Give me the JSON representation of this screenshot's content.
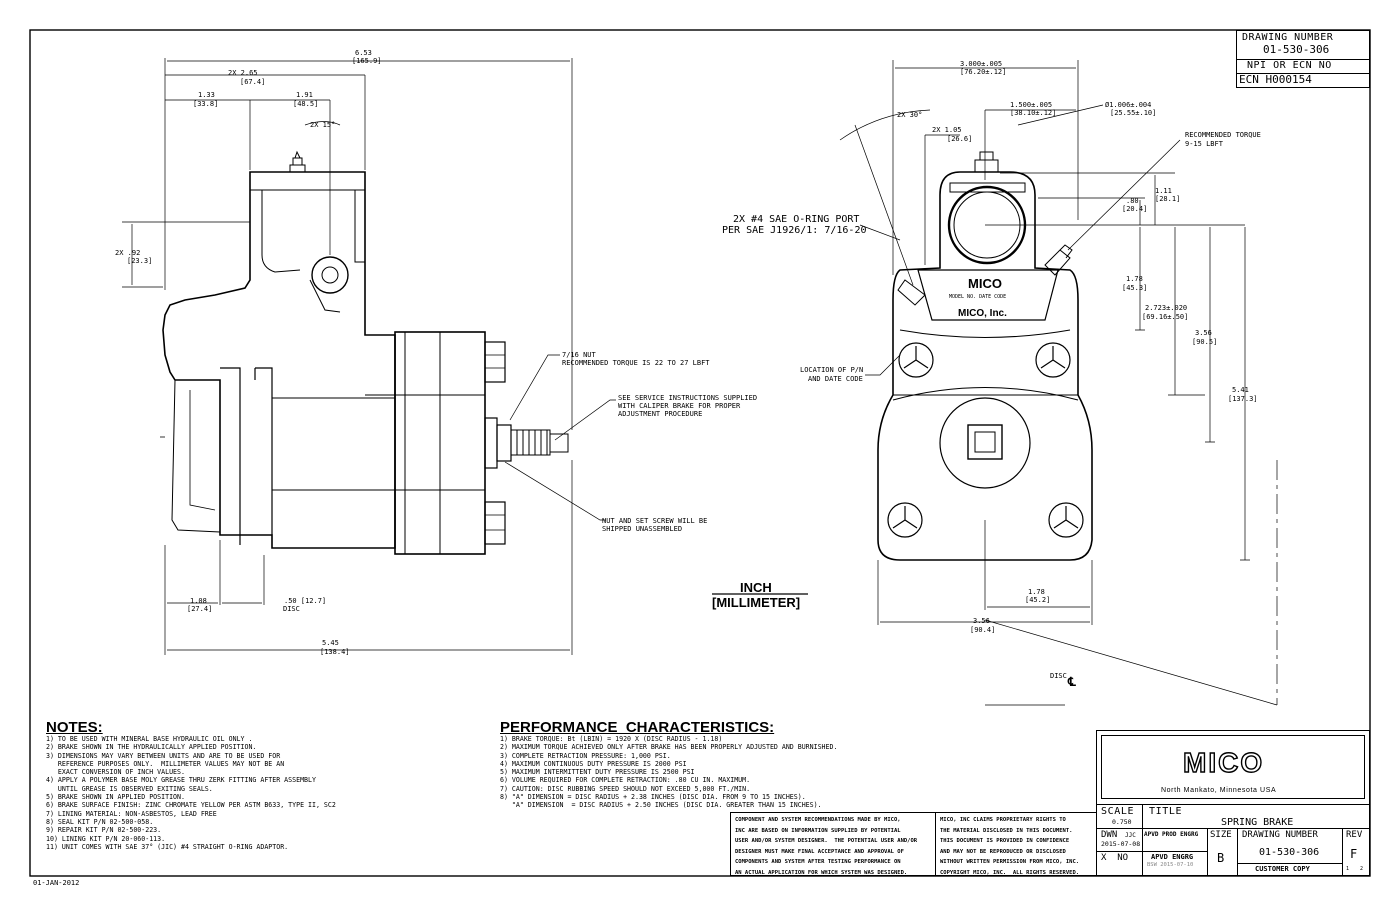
{
  "title_block_top": {
    "drawing_number_label": "DRAWING NUMBER",
    "drawing_number": "01-530-306",
    "npi_label": "NPI OR ECN NO",
    "ecn": "ECN H000154"
  },
  "left_view": {
    "dims": {
      "overall_width": "6.53",
      "overall_width_mm": "[165.9]",
      "flange": "2X 2.65",
      "flange_mm": "[67.4]",
      "left_offset": "1.33",
      "left_offset_mm": "[33.8]",
      "center": "1.91",
      "center_mm": "[48.5]",
      "angle": "2X 15°",
      "height": "2X .92",
      "height_mm": "[23.3]",
      "pad": "1.08",
      "pad_mm": "[27.4]",
      "disc": ".50 [12.7]",
      "disc_label": "DISC",
      "bottom": "5.45",
      "bottom_mm": "[138.4]"
    },
    "callouts": {
      "nut_1": "7/16 NUT",
      "nut_2": "RECOMMENDED TORQUE IS 22 TO 27 LBFT",
      "service_1": "SEE SERVICE INSTRUCTIONS SUPPLIED",
      "service_2": "WITH CALIPER BRAKE FOR PROPER",
      "service_3": "ADJUSTMENT PROCEDURE",
      "screw_1": "NUT AND SET SCREW WILL BE",
      "screw_2": "SHIPPED UNASSEMBLED"
    }
  },
  "units": {
    "inch": "INCH",
    "mm": "[MILLIMETER]"
  },
  "right_view": {
    "dims": {
      "width": "3.000±.005",
      "width_mm": "[76.20±.12]",
      "half": "1.500±.005",
      "half_mm": "[38.10±.12]",
      "dia": "Ø1.006±.004",
      "dia_mm": "[25.55±.10]",
      "angle": "2X 30°",
      "offset": "2X 1.05",
      "offset_mm": "[26.6]",
      "torque_1": "RECOMMENDED TORQUE",
      "torque_2": "9-15 LBFT",
      "d111": "1.11",
      "d111_mm": "[28.1]",
      "d80": ".80",
      "d80_mm": "[20.4]",
      "d178": "1.78",
      "d178_mm": "[45.3]",
      "d2723": "2.723±.020",
      "d2723_mm": "[69.16±.50]",
      "d356": "3.56",
      "d356_mm": "[90.5]",
      "d541": "5.41",
      "d541_mm": "[137.3]",
      "b178": "1.78",
      "b178_mm": "[45.2]",
      "b356": "3.56",
      "b356_mm": "[90.4]",
      "disc": "DISC"
    },
    "port_1": "2X #4 SAE O-RING PORT",
    "port_2": "PER SAE J1926/1: 7/16-20",
    "location_1": "LOCATION OF P/N",
    "location_2": "AND DATE CODE",
    "plate_logo": "MICO",
    "plate_name": "MICO, Inc."
  },
  "notes": {
    "heading": "NOTES:",
    "items": [
      "1) TO BE USED WITH MINERAL BASE HYDRAULIC OIL ONLY .",
      "2) BRAKE SHOWN IN THE HYDRAULICALLY APPLIED POSITION.",
      "3) DIMENSIONS MAY VARY BETWEEN UNITS AND ARE TO BE USED FOR",
      "   REFERENCE PURPOSES ONLY.  MILLIMETER VALUES MAY NOT BE AN",
      "   EXACT CONVERSION OF INCH VALUES.",
      "4) APPLY A POLYMER BASE MOLY GREASE THRU ZERK FITTING AFTER ASSEMBLY",
      "   UNTIL GREASE IS OBSERVED EXITING SEALS.",
      "5) BRAKE SHOWN IN APPLIED POSITION.",
      "6) BRAKE SURFACE FINISH: ZINC CHROMATE YELLOW PER ASTM B633, TYPE II, SC2",
      "7) LINING MATERIAL: NON-ASBESTOS, LEAD FREE",
      "8) SEAL KIT P/N 02-500-058.",
      "9) REPAIR KIT P/N 02-500-223.",
      "10) LINING KIT P/N 20-060-113.",
      "11) UNIT COMES WITH SAE 37° (JIC) #4 STRAIGHT O-RING ADAPTOR."
    ]
  },
  "performance": {
    "heading": "PERFORMANCE  CHARACTERISTICS:",
    "items": [
      "1) BRAKE TORQUE: Bt (LBIN) = 1920 X (DISC RADIUS - 1.18)",
      "2) MAXIMUM TORQUE ACHIEVED ONLY AFTER BRAKE HAS BEEN PROPERLY ADJUSTED AND BURNISHED.",
      "3) COMPLETE RETRACTION PRESSURE: 1,000 PSI.",
      "4) MAXIMUM CONTINUOUS DUTY PRESSURE IS 2000 PSI",
      "5) MAXIMUM INTERMITTENT DUTY PRESSURE IS 2500 PSI",
      "6) VOLUME REQUIRED FOR COMPLETE RETRACTION: .80 CU IN. MAXIMUM.",
      "7) CAUTION: DISC RUBBING SPEED SHOULD NOT EXCEED 5,000 FT./MIN.",
      "8) \"A\" DIMENSION = DISC RADIUS + 2.38 INCHES (DISC DIA. FROM 9 TO 15 INCHES).",
      "   \"A\" DIMENSION  = DISC RADIUS + 2.50 INCHES (DISC DIA. GREATER THAN 15 INCHES)."
    ]
  },
  "disclaimer_left": [
    "COMPONENT AND SYSTEM RECOMMENDATIONS MADE BY MICO,",
    "INC ARE BASED ON INFORMATION SUPPLIED BY POTENTIAL",
    "USER AND/OR SYSTEM DESIGNER.  THE POTENTIAL USER AND/OR",
    "DESIGNER MUST MAKE FINAL ACCEPTANCE AND APPROVAL OF",
    "COMPONENTS AND SYSTEM AFTER TESTING PERFORMANCE ON",
    "AN ACTUAL APPLICATION FOR WHICH SYSTEM WAS DESIGNED."
  ],
  "disclaimer_right": [
    "MICO, INC CLAIMS PROPRIETARY RIGHTS TO",
    "THE MATERIAL DISCLOSED IN THIS DOCUMENT.",
    "THIS DOCUMENT IS PROVIDED IN CONFIDENCE",
    "AND MAY NOT BE REPRODUCED OR DISCLOSED",
    "WITHOUT WRITTEN PERMISSION FROM MICO, INC.",
    "COPYRIGHT MICO, INC.  ALL RIGHTS RESERVED."
  ],
  "title_block": {
    "logo": "MICO",
    "location": "North Mankato, Minnesota USA",
    "scale_label": "SCALE",
    "scale": "0.750",
    "title_label": "TITLE",
    "title": "SPRING BRAKE",
    "dwn_label": "DWN",
    "dwn_initials": "JJC",
    "dwn_date": "2015-07-08",
    "prod_engrg": "APVD PROD ENGRG",
    "xno": "X  NO",
    "apvd_engrg": "APVD ENGRG",
    "apvd_engrg_stamp": "BSW 2015-07-10",
    "size_label": "SIZE",
    "size": "B",
    "drawing_number_label": "DRAWING NUMBER",
    "drawing_number": "01-530-306",
    "customer_copy": "CUSTOMER COPY",
    "rev_label": "REV",
    "rev": "F",
    "sheet_1": "1",
    "sheet_2": "2"
  },
  "footer_date": "01-JAN-2012"
}
